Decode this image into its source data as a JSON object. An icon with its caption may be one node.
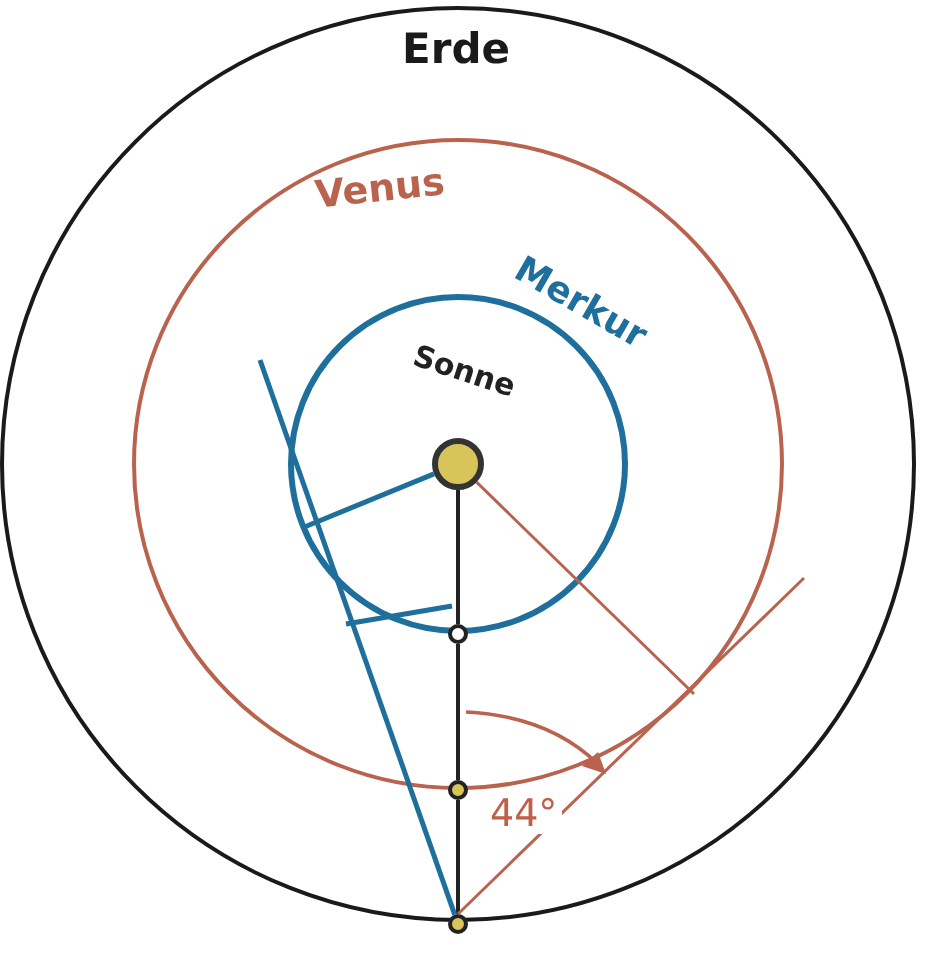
{
  "diagram": {
    "nodes": [
      {
        "text": [
          "Erde"
        ]
      },
      {
        "text": [
          "Venus"
        ],
        "in": 0
      },
      {
        "text": [
          "Merkur"
        ],
        "in": 1
      },
      {
        "text": [
          "Sonne"
        ],
        "in": 2
      },
      {
        "text": [],
        "shape": "circle",
        "in": 1
      },
      {
        "text": [],
        "shape": "circle",
        "in": 0
      },
      {
        "text": [],
        "shape": "circle"
      }
    ],
    "edges": [
      {
        "from": 3,
        "to": 4,
        "arrow": "none"
      },
      {
        "from": 4,
        "to": 5,
        "arrow": "none"
      },
      {
        "from": 5,
        "to": 6,
        "arrow": "none"
      },
      {
        "from": 6,
        "to": null,
        "arrow": "none",
        "color": "#1f6f9c"
      },
      {
        "from": 3,
        "to": null,
        "arrow": "none",
        "color": "#1f6f9c"
      },
      {
        "from": 6,
        "to": 1,
        "arrow": "none",
        "color": "#b9634f"
      },
      {
        "from": 3,
        "to": null,
        "arrow": "none",
        "color": "#b9634f"
      },
      {
        "from": 2,
        "to": 4,
        "arrow": "none",
        "color": "#1f6f9c"
      }
    ],
    "labels": [
      "44°"
    ]
  }
}
